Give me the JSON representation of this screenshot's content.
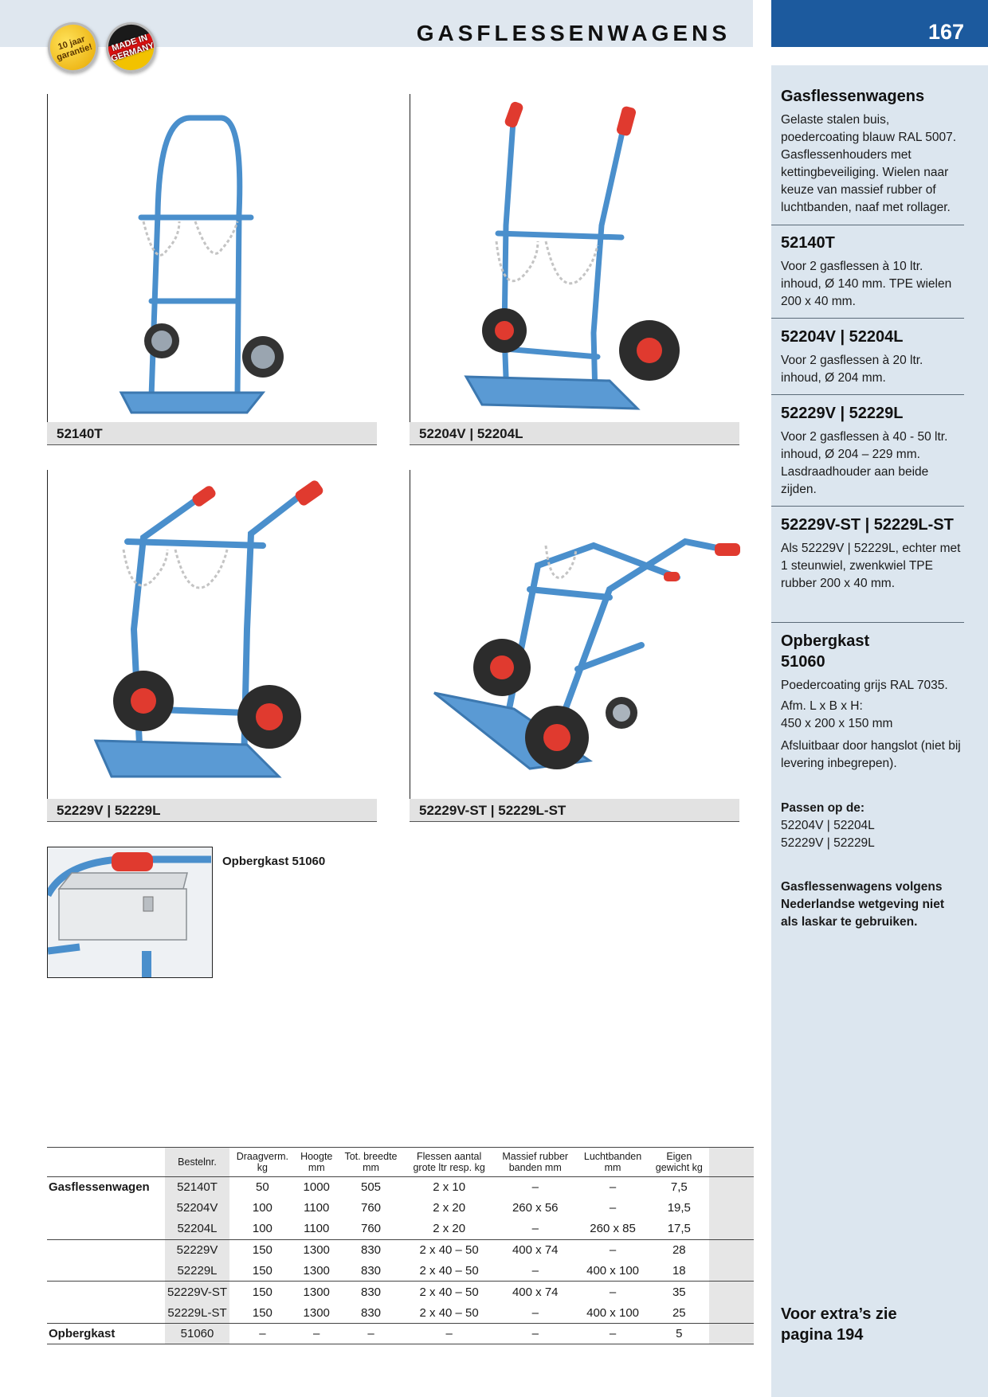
{
  "header": {
    "title": "GASFLESSENWAGENS",
    "page_number": "167",
    "badges": {
      "guarantee": "10 jaar garantie!",
      "made_in": "MADE IN GERMANY"
    }
  },
  "figures": [
    {
      "caption": "52140T"
    },
    {
      "caption": "52204V | 52204L"
    },
    {
      "caption": "52229V | 52229L"
    },
    {
      "caption": "52229V-ST | 52229L-ST"
    }
  ],
  "box_figure": {
    "caption": "Opbergkast 51060"
  },
  "sidebar": {
    "intro": {
      "heading": "Gasflessenwagens",
      "text": "Gelaste stalen buis, poedercoating blauw RAL 5007. Gasflessenhouders met kettingbeveiliging. Wielen naar keuze van massief rubber of luchtbanden, naaf met rollager."
    },
    "items": [
      {
        "heading": "52140T",
        "text": "Voor 2 gasflessen à 10 ltr. inhoud, Ø 140 mm. TPE wielen 200 x 40 mm."
      },
      {
        "heading": "52204V | 52204L",
        "text": "Voor 2 gasflessen à 20 ltr. inhoud, Ø 204 mm."
      },
      {
        "heading": "52229V | 52229L",
        "text": "Voor 2 gasflessen à 40 - 50 ltr. inhoud, Ø 204 – 229 mm. Lasdraadhouder aan beide zijden."
      },
      {
        "heading": "52229V-ST | 52229L-ST",
        "text": "Als 52229V | 52229L, echter met 1 steunwiel, zwenkwiel TPE rubber 200 x 40 mm."
      }
    ],
    "box": {
      "heading_line1": "Opbergkast",
      "heading_line2": "51060",
      "text1": "Poedercoating grijs RAL 7035.",
      "text2_line1": "Afm. L x B x H:",
      "text2_line2": "450 x 200 x 150 mm",
      "text3": "Afsluitbaar door hangslot (niet bij levering inbegrepen)."
    },
    "fits": {
      "label": "Passen op de:",
      "line1": "52204V | 52204L",
      "line2": "52229V | 52229L"
    },
    "warning": "Gasflessenwagens volgens Nederlandse wetgeving niet als laskar te gebruiken.",
    "extras": {
      "line1": "Voor extra’s zie",
      "line2": "pagina 194"
    }
  },
  "table": {
    "headers": [
      {
        "l1": "Bestelnr.",
        "l2": ""
      },
      {
        "l1": "Draagverm.",
        "l2": "kg"
      },
      {
        "l1": "Hoogte",
        "l2": "mm"
      },
      {
        "l1": "Tot. breedte",
        "l2": "mm"
      },
      {
        "l1": "Flessen aantal",
        "l2": "grote ltr resp. kg"
      },
      {
        "l1": "Massief rubber",
        "l2": "banden mm"
      },
      {
        "l1": "Luchtbanden",
        "l2": "mm"
      },
      {
        "l1": "Eigen",
        "l2": "gewicht kg"
      }
    ],
    "rows": [
      {
        "group": "Gasflessenwagen",
        "nr": "52140T",
        "load": "50",
        "height": "1000",
        "width": "505",
        "bottles": "2 x 10",
        "solid": "–",
        "air": "–",
        "weight": "7,5"
      },
      {
        "group": "",
        "nr": "52204V",
        "load": "100",
        "height": "1100",
        "width": "760",
        "bottles": "2 x 20",
        "solid": "260 x 56",
        "air": "–",
        "weight": "19,5"
      },
      {
        "group": "",
        "nr": "52204L",
        "load": "100",
        "height": "1100",
        "width": "760",
        "bottles": "2 x 20",
        "solid": "–",
        "air": "260 x 85",
        "weight": "17,5"
      },
      {
        "group": "",
        "nr": "52229V",
        "load": "150",
        "height": "1300",
        "width": "830",
        "bottles": "2 x 40 – 50",
        "solid": "400 x 74",
        "air": "–",
        "weight": "28"
      },
      {
        "group": "",
        "nr": "52229L",
        "load": "150",
        "height": "1300",
        "width": "830",
        "bottles": "2 x 40 – 50",
        "solid": "–",
        "air": "400 x 100",
        "weight": "18"
      },
      {
        "group": "",
        "nr": "52229V-ST",
        "load": "150",
        "height": "1300",
        "width": "830",
        "bottles": "2 x 40 – 50",
        "solid": "400 x 74",
        "air": "–",
        "weight": "35"
      },
      {
        "group": "",
        "nr": "52229L-ST",
        "load": "150",
        "height": "1300",
        "width": "830",
        "bottles": "2 x 40 – 50",
        "solid": "–",
        "air": "400 x 100",
        "weight": "25"
      },
      {
        "group": "Opbergkast",
        "nr": "51060",
        "load": "–",
        "height": "–",
        "width": "–",
        "bottles": "–",
        "solid": "–",
        "air": "–",
        "weight": "5"
      }
    ]
  },
  "colors": {
    "frame_blue": "#4a8fcc",
    "handle_red": "#e03a2f",
    "header_band": "#dfe7ef",
    "page_number_bg": "#1c5a9e",
    "sidebar_bg": "#dce6ef"
  }
}
